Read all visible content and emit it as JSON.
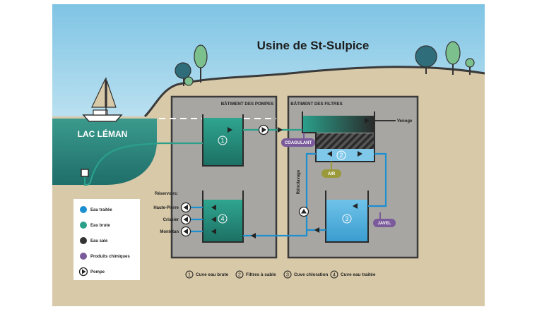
{
  "title": "Usine de St-Sulpice",
  "lake_label": "LAC LÉMAN",
  "buildings": {
    "pumps": "BÂTIMENT DES POMPES",
    "filters": "BÂTIMENT DES FILTRES"
  },
  "labels": {
    "venoge": "Venoge",
    "coagulant": "COAGULANT",
    "air": "AIR",
    "javel": "JAVEL",
    "retrolavage": "Rétrolavage"
  },
  "reservoirs": {
    "header": "Réservoirs:",
    "items": [
      "Haute-Pierre",
      "Crissier",
      "Montétan"
    ]
  },
  "tank_numbers": [
    "1",
    "2",
    "3",
    "4"
  ],
  "legend": [
    {
      "label": "Eau traitée",
      "color": "#1b8fd0"
    },
    {
      "label": "Eau brute",
      "color": "#2aa08b"
    },
    {
      "label": "Eau sale",
      "color": "#333333"
    },
    {
      "label": "Produits chimiques",
      "color": "#7a5a9a"
    },
    {
      "label": "Pompe",
      "color": "#ffffff"
    }
  ],
  "captions": [
    {
      "num": "1",
      "label": "Cuve eau brute"
    },
    {
      "num": "2",
      "label": "Filtres à sable"
    },
    {
      "num": "3",
      "label": "Cuve chloration"
    },
    {
      "num": "4",
      "label": "Cuve eau traitée"
    }
  ],
  "colors": {
    "raw_water": "#2aa08b",
    "treated_water": "#1b8fd0",
    "dirty_water": "#333333",
    "chemicals": "#7a5a9a",
    "air": "#9a9a3a",
    "building": "#a7a6a2",
    "ground": "#d8c9a8",
    "lake": "#2f8a80"
  }
}
